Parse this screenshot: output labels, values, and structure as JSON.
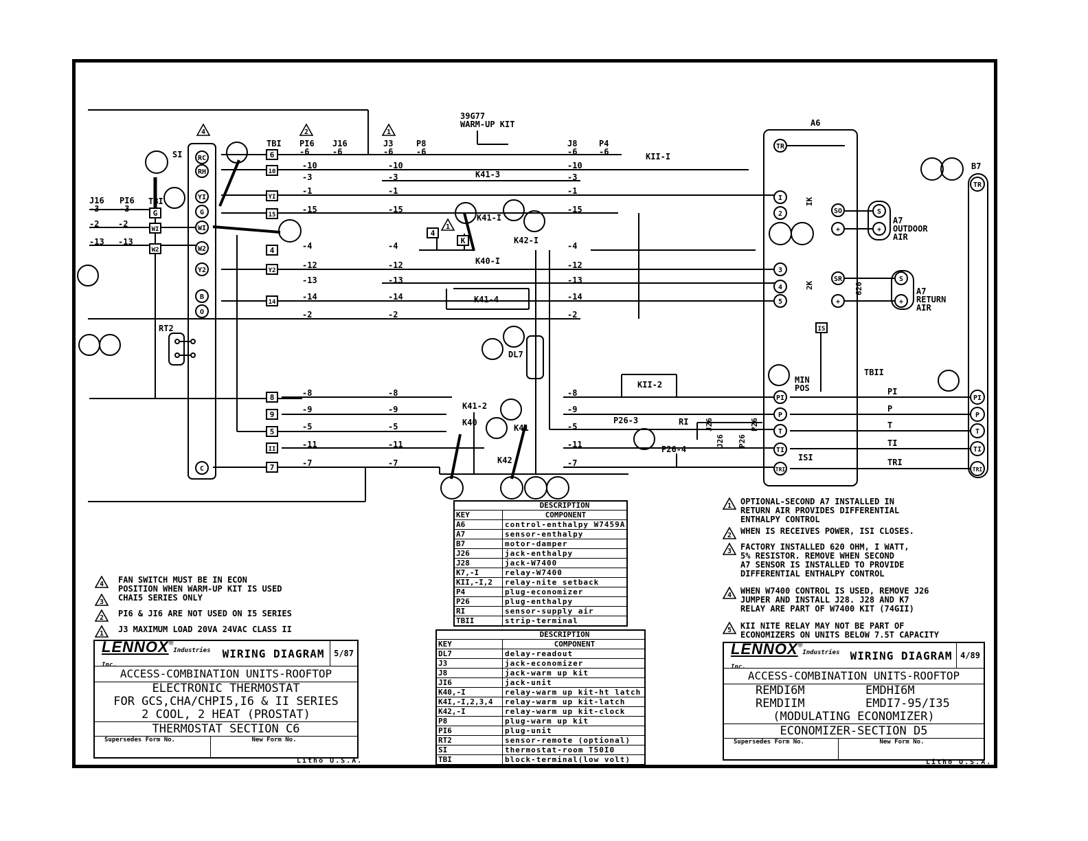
{
  "drawing": {
    "kit_label": "39G77\nWARM-UP KIT",
    "components": {
      "S1": "SI",
      "TB1": "TBI",
      "RT2": "RT2",
      "A6": "A6",
      "B7": "B7",
      "DL7": "DL7",
      "A7_outdoor": "A7\nOUTDOOR\nAIR",
      "A7_return": "A7\nRETURN\nAIR",
      "TB11": "TBII",
      "MIN_POS": "MIN\nPOS",
      "R1": "RI",
      "IS1": "ISI",
      "K11_1": "KII-I",
      "K11_2": "KII-2",
      "K41_3": "K41-3",
      "K41_1": "K41-I",
      "K42_1": "K42-I",
      "K40_1": "K40-I",
      "K41_4": "K41-4",
      "K41_2": "K41-2",
      "K40": "K40",
      "K41": "K41",
      "K42": "K42",
      "P26_3": "P26-3",
      "P26_4": "P26-4",
      "K11": "KII"
    },
    "connector_labels": {
      "J16_top": "J16\n-6",
      "P16_top": "PI6\n-6",
      "TB1_top": "TBI",
      "J3_top": "J3\n-6",
      "P8_top": "P8\n-6",
      "J8_top": "J8\n-6",
      "P4_top": "P4\n-6",
      "J16_left": "J16\n-3",
      "P16_left": "PI6\n-3"
    },
    "thermostat_terminals": [
      "RC",
      "RH",
      "YI",
      "G",
      "WI",
      "W2",
      "Y2",
      "B",
      "O",
      "C"
    ],
    "left_terminals": [
      "G",
      "WI",
      "W2"
    ],
    "terminal_blocks": [
      "6",
      "10",
      "YI",
      "15",
      "4",
      "Y2",
      "14",
      "8",
      "9",
      "5",
      "II",
      "7"
    ],
    "wire_numbers_upper": [
      "-10",
      "-3",
      "-1",
      "-15",
      "-4",
      "-12",
      "-13",
      "-14",
      "-2"
    ],
    "wire_numbers_lower": [
      "-8",
      "-9",
      "-5",
      "-11",
      "-7"
    ],
    "left_wires": [
      "-2",
      "-13"
    ],
    "a6_terminals": [
      "TR",
      "I",
      "2",
      "3",
      "4",
      "5",
      "PI",
      "P",
      "T",
      "TI",
      "TRI"
    ],
    "a7_terminals": [
      "SO",
      "+",
      "SR",
      "+",
      "S"
    ],
    "b7_terminals": [
      "TR",
      "PI",
      "P",
      "T",
      "TI",
      "TRI"
    ],
    "output_labels": [
      "PI",
      "P",
      "T",
      "TI",
      "TRI"
    ],
    "relay_labels": [
      "IK",
      "2K",
      "620"
    ],
    "misc_labels": [
      "J26",
      "P26",
      "J26",
      "P26",
      "K",
      "4",
      "IS"
    ]
  },
  "notes_left": [
    {
      "num": "4",
      "text": "FAN SWITCH MUST BE IN ECON\nPOSITION WHEN WARM-UP KIT IS USED"
    },
    {
      "num": "3",
      "text": "CHAI5 SERIES ONLY"
    },
    {
      "num": "2",
      "text": "PI6 & JI6 ARE NOT USED ON I5 SERIES"
    },
    {
      "num": "1",
      "text": "J3 MAXIMUM LOAD 20VA 24VAC CLASS II"
    }
  ],
  "notes_right": [
    {
      "num": "1",
      "text": "OPTIONAL-SECOND A7 INSTALLED IN\nRETURN AIR PROVIDES DIFFERENTIAL\nENTHALPY CONTROL"
    },
    {
      "num": "2",
      "text": "WHEN IS RECEIVES POWER, ISI CLOSES."
    },
    {
      "num": "3",
      "text": "FACTORY INSTALLED 620 OHM, I WATT,\n5% RESISTOR. REMOVE WHEN SECOND\nA7 SENSOR IS INSTALLED TO PROVIDE\nDIFFERENTIAL ENTHALPY CONTROL"
    },
    {
      "num": "4",
      "text": "WHEN W7400 CONTROL IS USED, REMOVE J26\nJUMPER AND INSTALL J28. J28 AND K7\nRELAY ARE PART OF W7400 KIT (74GII)"
    },
    {
      "num": "5",
      "text": "KII NITE RELAY MAY NOT BE PART OF\nECONOMIZERS ON UNITS BELOW 7.5T CAPACITY"
    }
  ],
  "table1": {
    "title": "DESCRIPTION",
    "key_header": "KEY",
    "comp_header": "COMPONENT",
    "rows": [
      [
        "A6",
        "control-enthalpy W7459A"
      ],
      [
        "A7",
        "sensor-enthalpy"
      ],
      [
        "B7",
        "motor-damper"
      ],
      [
        "J26",
        "jack-enthalpy"
      ],
      [
        "J28",
        "jack-W7400"
      ],
      [
        "K7,-I",
        "relay-W7400"
      ],
      [
        "KII,-I,2",
        "relay-nite setback"
      ],
      [
        "P4",
        "plug-economizer"
      ],
      [
        "P26",
        "plug-enthalpy"
      ],
      [
        "RI",
        "sensor-supply air"
      ],
      [
        "TBII",
        "strip-terminal"
      ]
    ]
  },
  "table2": {
    "title": "DESCRIPTION",
    "key_header": "KEY",
    "comp_header": "COMPONENT",
    "rows": [
      [
        "DL7",
        "delay-readout"
      ],
      [
        "J3",
        "jack-economizer"
      ],
      [
        "J8",
        "jack-warm up kit"
      ],
      [
        "JI6",
        "jack-unit"
      ],
      [
        "K40,-I",
        "relay-warm up kit-ht latch"
      ],
      [
        "K4I,-I,2,3,4",
        "relay-warm up kit-latch"
      ],
      [
        "K42,-I",
        "relay-warm up kit-clock"
      ],
      [
        "P8",
        "plug-warm up kit"
      ],
      [
        "PI6",
        "plug-unit"
      ],
      [
        "RT2",
        "sensor-remote (optional)"
      ],
      [
        "SI",
        "thermostat-room   T50I0"
      ],
      [
        "TBI",
        "block-terminal(low volt)"
      ]
    ]
  },
  "titleblock_left": {
    "brand": "LENNOX",
    "reg": "®",
    "inc": "Industries Inc.",
    "doc": "WIRING DIAGRAM",
    "date": "5/87",
    "line1": "ACCESS-COMBINATION UNITS-ROOFTOP",
    "line2": "ELECTRONIC THERMOSTAT",
    "line3": "FOR GCS,CHA/CHPI5,I6 & II SERIES",
    "line4": "2 COOL, 2 HEAT (PROSTAT)",
    "line5": "THERMOSTAT SECTION C6",
    "supersedes": "Supersedes Form No.",
    "newform": "New Form No.",
    "litho": "Litho U.S.A."
  },
  "titleblock_right": {
    "brand": "LENNOX",
    "reg": "®",
    "inc": "Industries Inc.",
    "doc": "WIRING DIAGRAM",
    "date": "4/89",
    "line1": "ACCESS-COMBINATION UNITS-ROOFTOP",
    "models_a": "REMDI6M",
    "models_b": "EMDHI6M",
    "models_c": "REMDIIM",
    "models_d": "EMDI7-95/I35",
    "line3": "(MODULATING ECONOMIZER)",
    "line4": "ECONOMIZER-SECTION D5",
    "supersedes": "Supersedes Form No.",
    "newform": "New Form No.",
    "litho": "Litho U.S.A."
  }
}
